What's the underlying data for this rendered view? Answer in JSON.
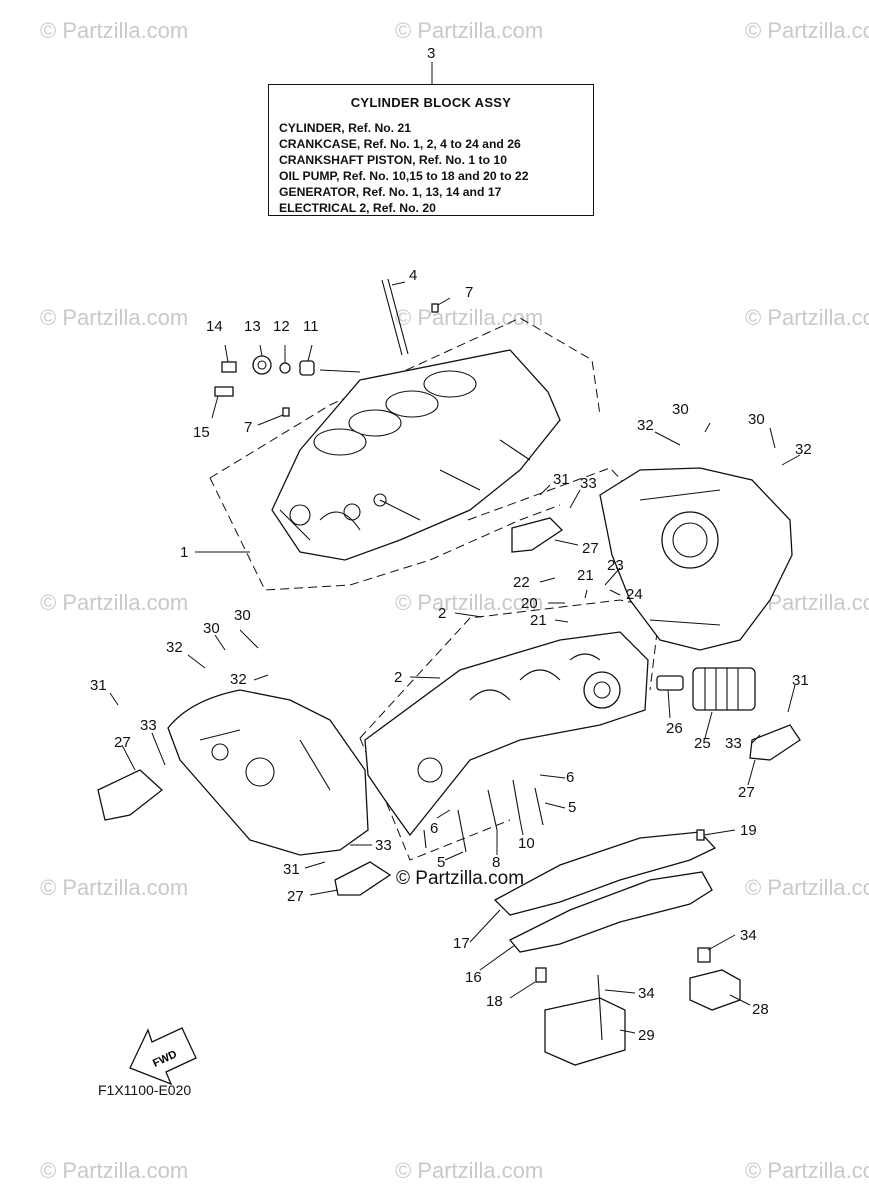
{
  "watermark": {
    "text": "© Partzilla.com"
  },
  "label_box": {
    "ref_number": "3",
    "title": "CYLINDER BLOCK ASSY",
    "lines": [
      "CYLINDER, Ref. No. 21",
      "CRANKCASE,  Ref. No. 1, 2, 4 to 24 and 26",
      "CRANKSHAFT PISTON, Ref. No. 1 to 10",
      "OIL PUMP, Ref. No. 10,15 to 18 and 20 to 22",
      "GENERATOR,  Ref. No. 1, 13, 14 and 17",
      "ELECTRICAL 2,  Ref. No. 20"
    ]
  },
  "diagram_code": "F1X1100-E020",
  "fwd_label": "FWD",
  "copyright_center": "© Partzilla.com",
  "callouts": {
    "c4": "4",
    "c7a": "7",
    "c14": "14",
    "c13": "13",
    "c12": "12",
    "c11": "11",
    "c15": "15",
    "c7b": "7",
    "c32a": "32",
    "c30a": "30",
    "c30b": "30",
    "c32b": "32",
    "c31a": "31",
    "c33a": "33",
    "c27a": "27",
    "c1": "1",
    "c23": "23",
    "c22": "22",
    "c21a": "21",
    "c20": "20",
    "c24": "24",
    "c2a": "2",
    "c21b": "21",
    "c30c": "30",
    "c32c": "32",
    "c32d": "32",
    "c30d": "30",
    "c2b": "2",
    "c31b": "31",
    "c33b": "33",
    "c27b": "27",
    "c26": "26",
    "c25": "25",
    "c31c": "31",
    "c33c": "33",
    "c27c": "27",
    "c6a": "6",
    "c6b": "6",
    "c5a": "5",
    "c5b": "5",
    "c8": "8",
    "c10": "10",
    "c33d": "33",
    "c31d": "31",
    "c27d": "27",
    "c19": "19",
    "c17": "17",
    "c16": "16",
    "c34a": "34",
    "c18": "18",
    "c34b": "34",
    "c28": "28",
    "c29": "29"
  }
}
